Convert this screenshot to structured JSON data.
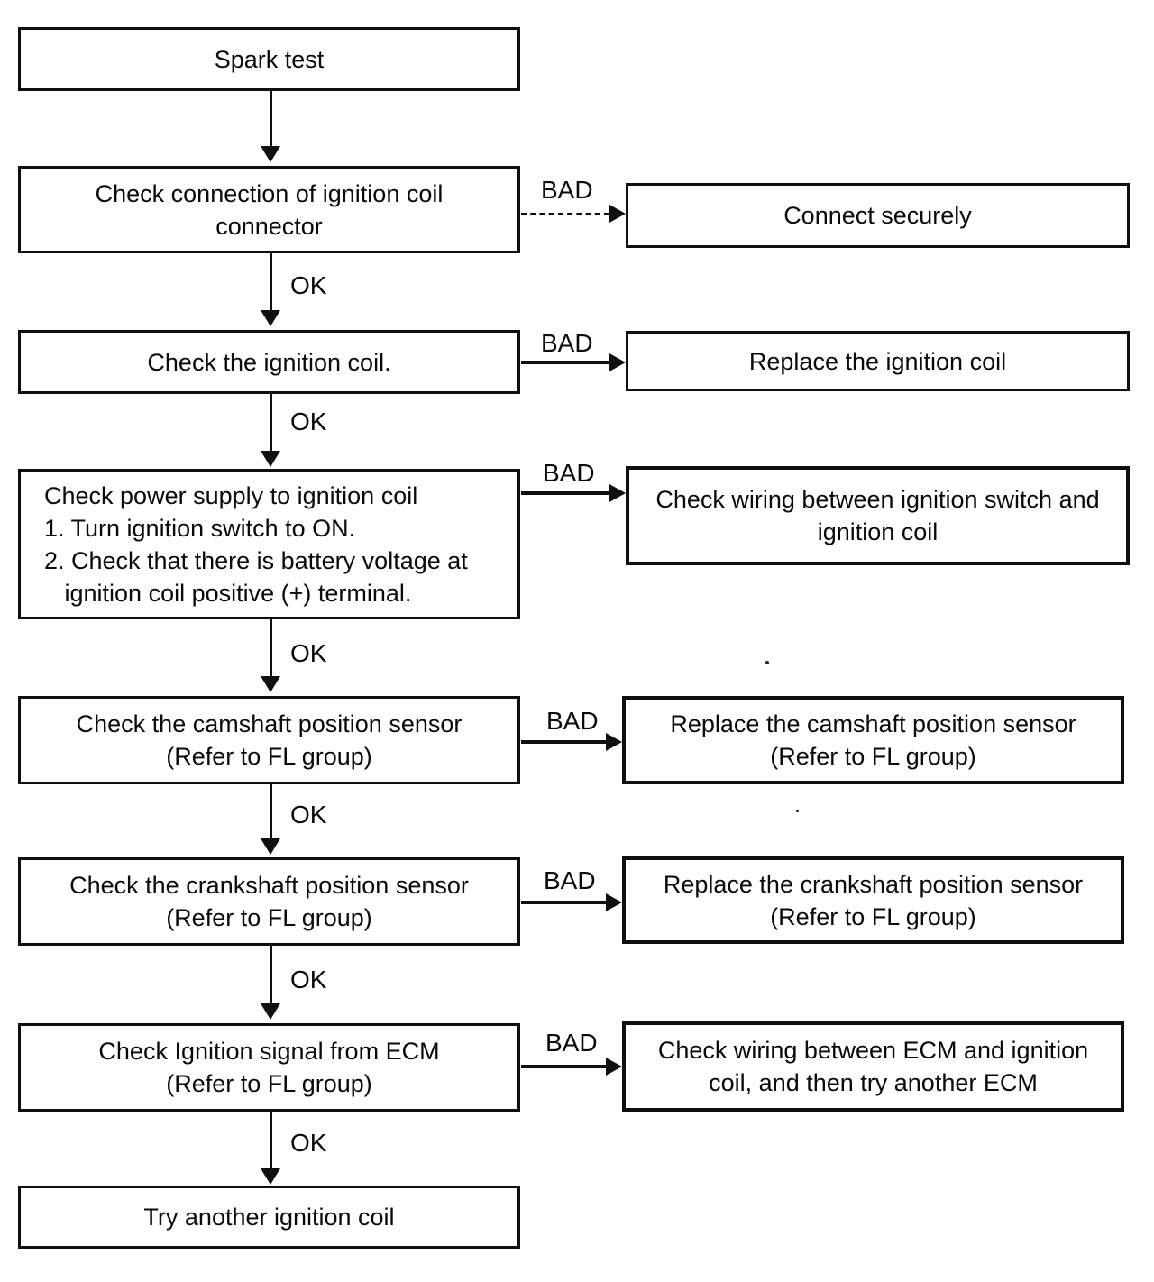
{
  "diagram": {
    "labels": {
      "ok": "OK",
      "bad": "BAD"
    },
    "nodes": {
      "spark_test": "Spark test",
      "check_connection": "Check connection of ignition coil\nconnector",
      "connect_securely": "Connect securely",
      "check_ignition_coil": "Check the ignition coil.",
      "replace_ignition_coil": "Replace the ignition coil",
      "check_power_supply": "Check power supply to ignition coil\n1. Turn ignition switch to ON.\n2. Check that there is battery voltage at\n   ignition coil positive (+) terminal.",
      "check_wiring_switch": "Check wiring between ignition switch and\nignition coil",
      "check_camshaft": "Check the camshaft position sensor\n(Refer to FL group)",
      "replace_camshaft": "Replace the camshaft position sensor\n(Refer to FL group)",
      "check_crankshaft": "Check the crankshaft position sensor\n(Refer to FL group)",
      "replace_crankshaft": "Replace the crankshaft position sensor\n(Refer to FL group)",
      "check_ecm_signal": "Check Ignition signal from ECM\n(Refer to FL group)",
      "check_wiring_ecm": "Check wiring between ECM and ignition\ncoil, and then try another ECM",
      "try_another_coil": "Try another ignition coil"
    }
  }
}
